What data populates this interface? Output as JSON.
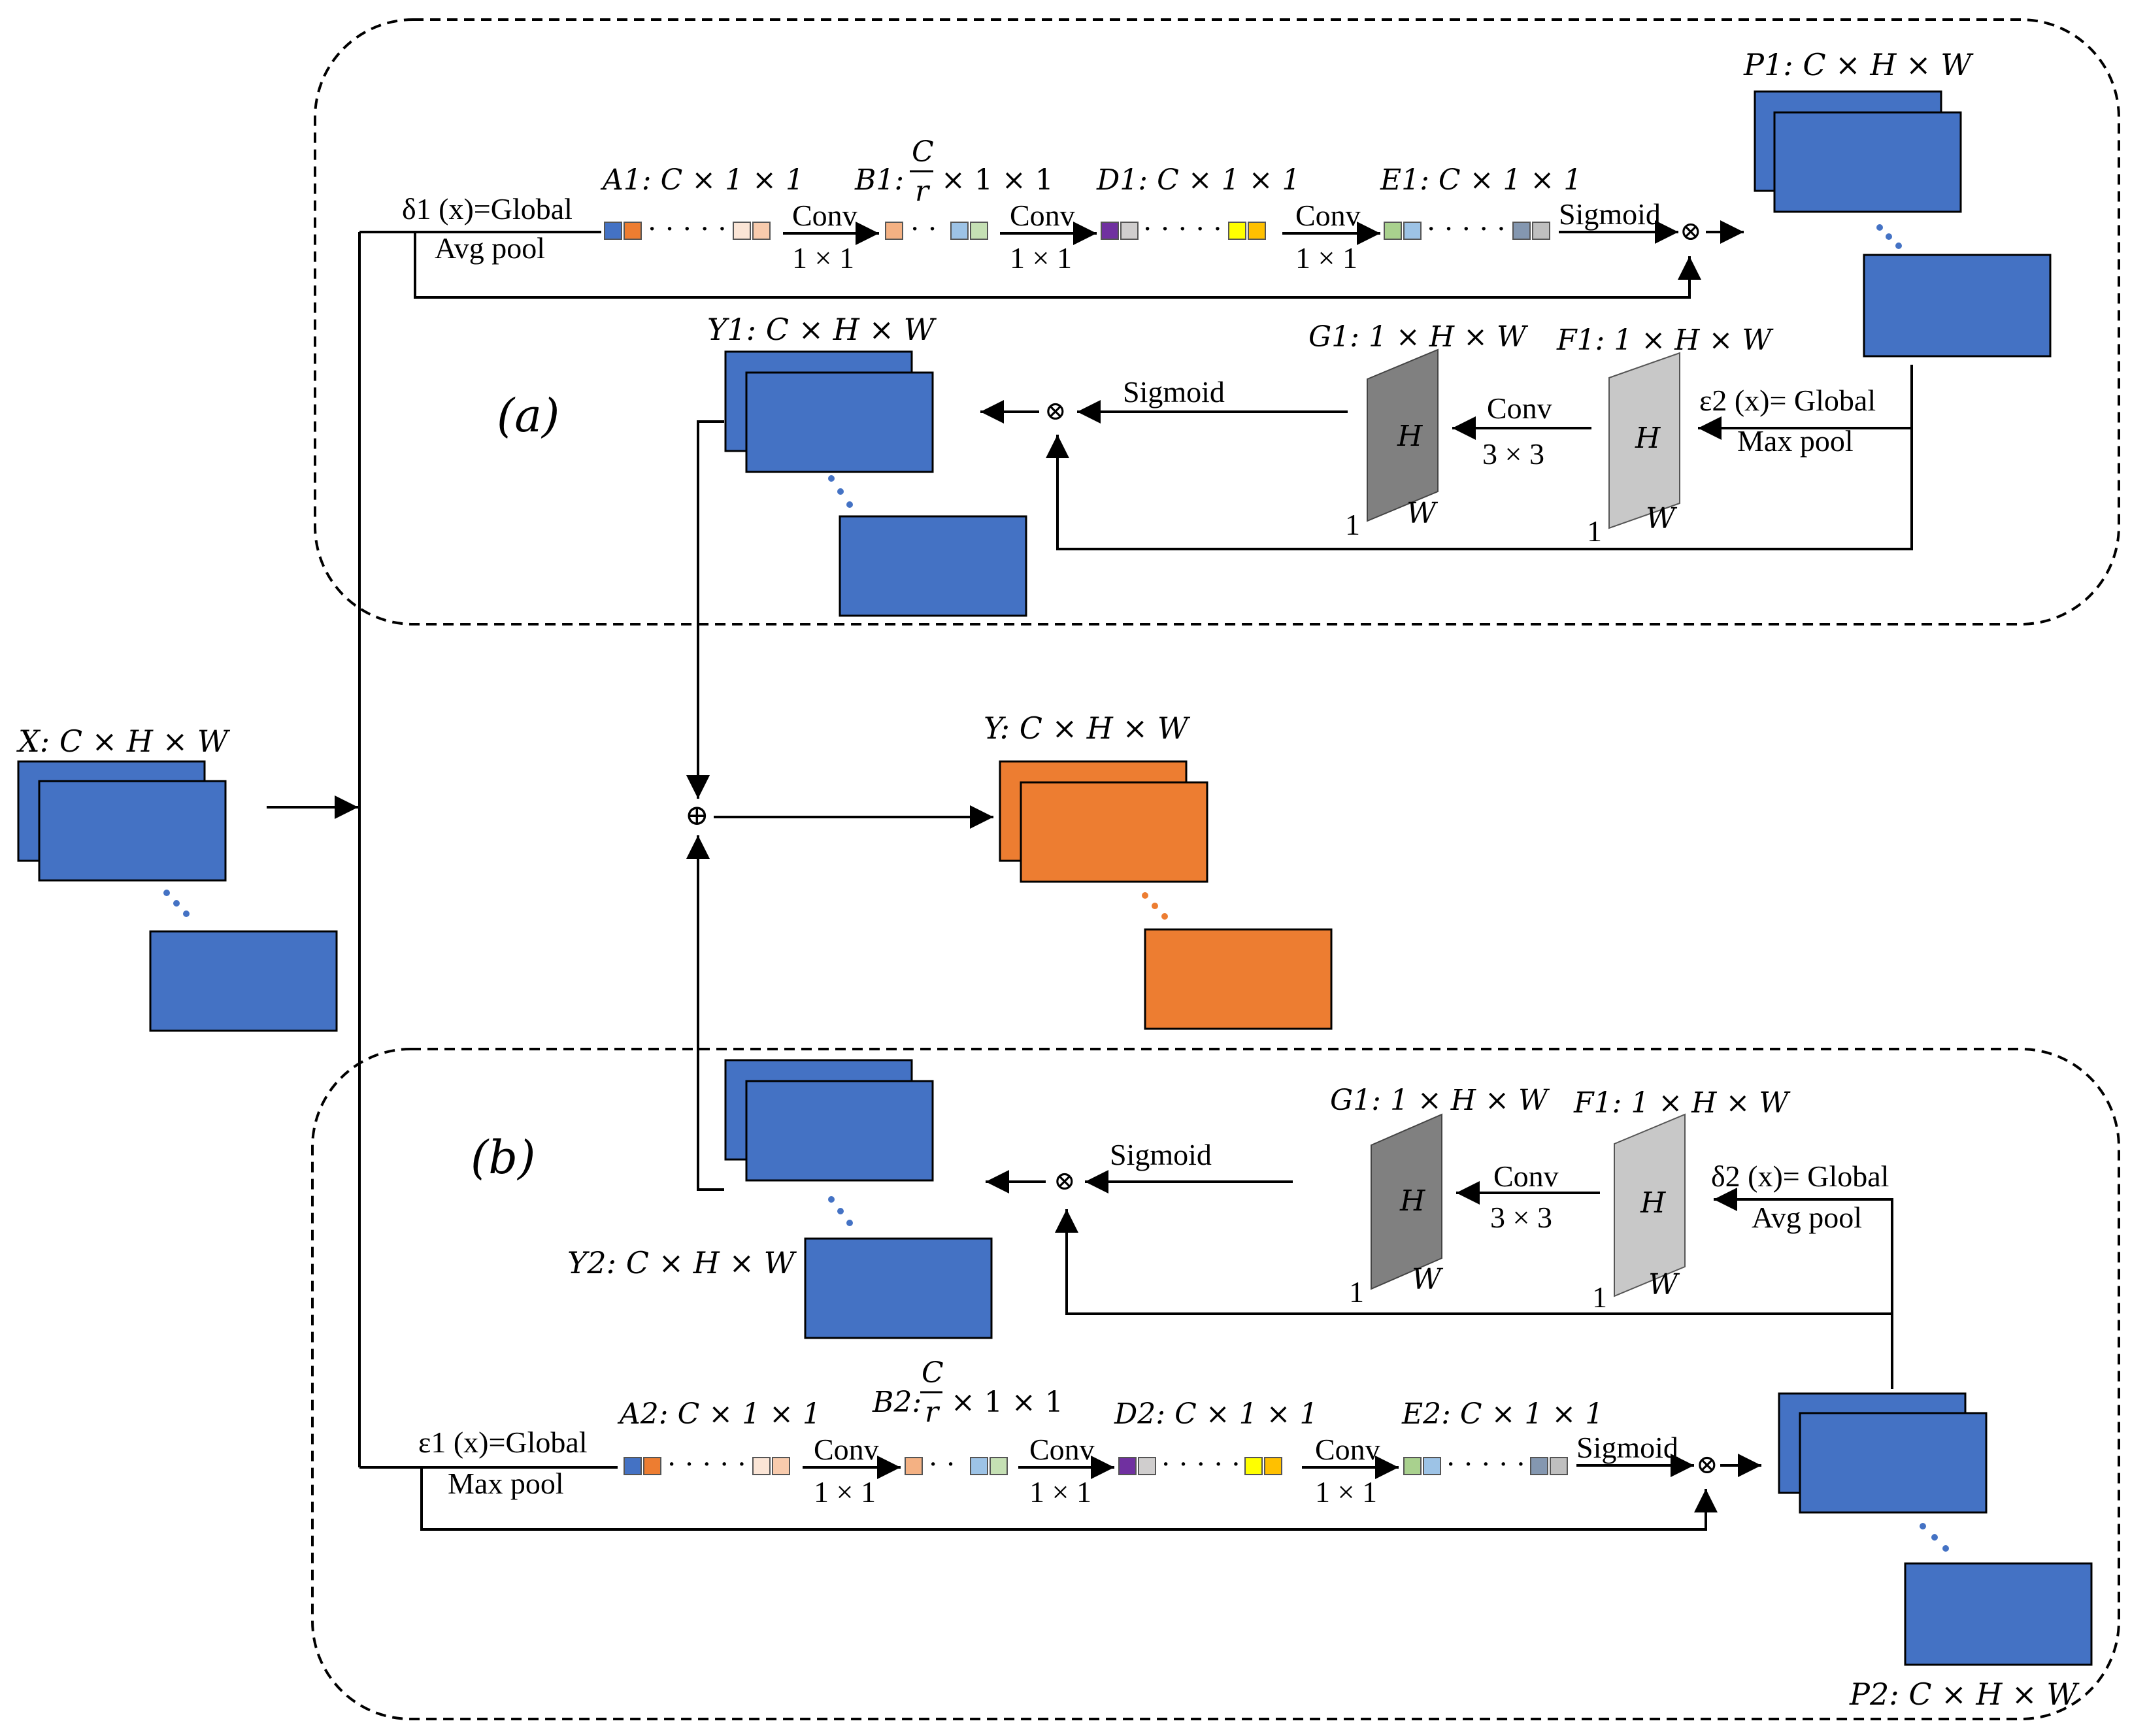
{
  "colors": {
    "feature_blue": "#4472C4",
    "feature_orange": "#ED7D31",
    "dots_blue": "#4472C4",
    "dots_orange": "#ED7D31",
    "slab_dark": "#808080",
    "slab_light": "#C8C8C8",
    "cubes_a": [
      "#4472C4",
      "#ED7D31",
      "#F8CBAD",
      "#F4B183",
      "#F4B183",
      "#9DC3E6",
      "#A9D18E",
      "#7030A0",
      "#D0CECE",
      "#FFFF00",
      "#FFC000",
      "#A9D18E",
      "#9DC3E6",
      "#8497B0",
      "#BFBFBF"
    ]
  },
  "labels": {
    "section_a": "(a)",
    "section_b": "(b)",
    "x": "X: C × H × W",
    "y": "Y: C × H × W",
    "y1": "Y1: C × H × W",
    "y2": "Y2: C × H × W",
    "p1": "P1: C × H × W",
    "p2": "P2: C × H × W",
    "a1": "A1: C × 1 × 1",
    "b1_pre": "B1:",
    "b1_num": "C",
    "b1_den": "r",
    "b1_post": "× 1 × 1",
    "d1": "D1: C × 1 × 1",
    "e1": "E1: C × 1 × 1",
    "a2": "A2: C × 1 × 1",
    "b2_pre": "B2:",
    "b2_num": "C",
    "b2_den": "r",
    "b2_post": "× 1 × 1",
    "d2": "D2: C × 1 × 1",
    "e2": "E2: C × 1 × 1",
    "g1_a": "G1: 1 × H × W",
    "f1_a": "F1: 1 × H × W",
    "g1_b": "G1: 1 × H × W",
    "f1_b": "F1: 1 × H × W",
    "delta1_top": "δ1 (x)=Global",
    "delta1_bot": "Avg pool",
    "eps2_top": "ε2 (x)= Global",
    "eps2_bot": "Max pool",
    "eps1_top": "ε1 (x)=Global",
    "eps1_bot": "Max pool",
    "delta2_top": "δ2 (x)= Global",
    "delta2_bot": "Avg pool",
    "conv": "Conv",
    "k1": "1 × 1",
    "k3": "3 × 3",
    "sigmoid": "Sigmoid",
    "slab_h": "H",
    "slab_w": "W",
    "slab_one": "1",
    "otimes": "⊗",
    "oplus": "⊕",
    "dots": "· · · · ·",
    "dots2": "· ·"
  }
}
